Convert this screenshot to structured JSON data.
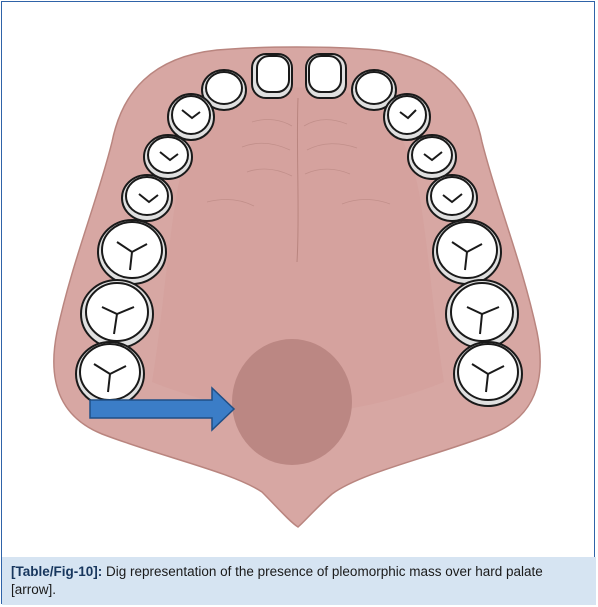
{
  "figure": {
    "label": "[Table/Fig-10]:",
    "caption": "Dig representation of the presence of pleomorphic mass over hard palate [arrow]."
  },
  "colors": {
    "palate": "#d7a7a3",
    "palate_dark": "#c9928e",
    "mass": "#b88480",
    "arrow": "#3b7dc7",
    "caption_bg": "#d6e4f2",
    "border": "#2f63a8"
  },
  "icons": [
    "palate-illustration",
    "tooth-icon",
    "mass-lesion",
    "arrow-icon"
  ]
}
